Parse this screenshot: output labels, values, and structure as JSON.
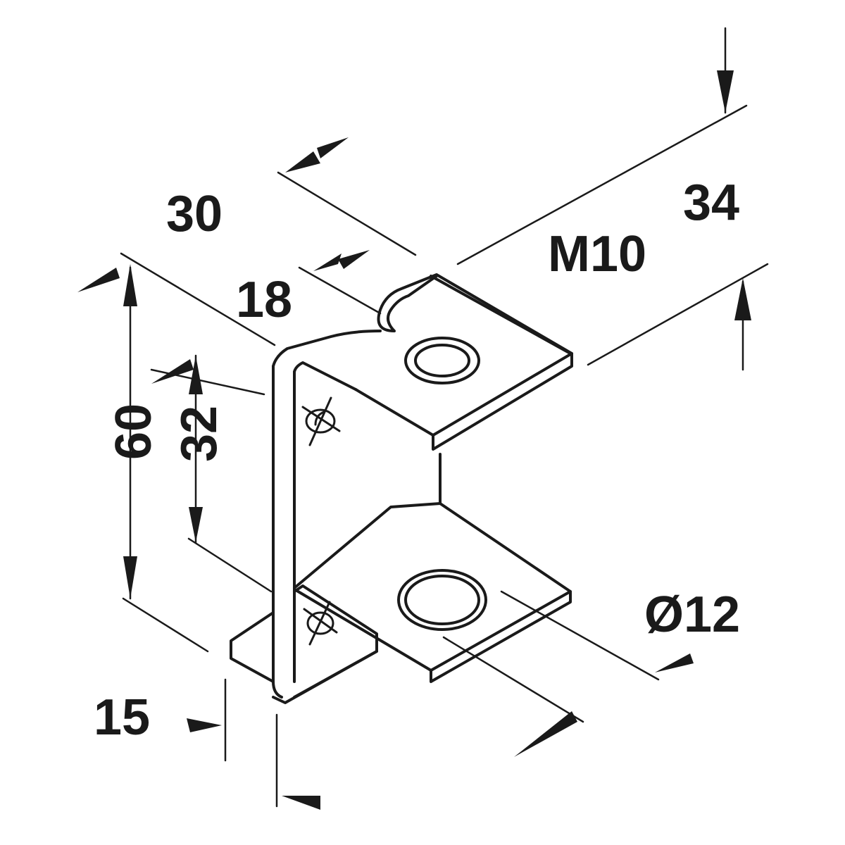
{
  "dimensions": {
    "width_30": "30",
    "depth_34": "34",
    "thread": "M10",
    "inner_18": "18",
    "height_60": "60",
    "inner_32": "32",
    "hole": "Ø12",
    "thickness_15": "15"
  },
  "colors": {
    "line": "#1a1a1a",
    "background": "#ffffff"
  }
}
